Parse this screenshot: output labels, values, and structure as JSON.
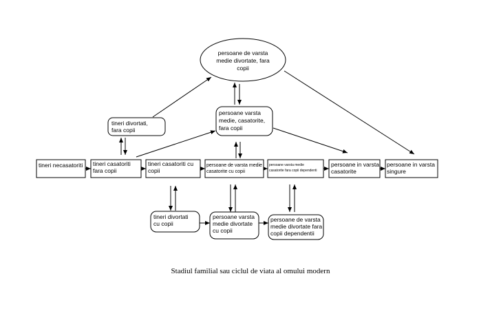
{
  "nodes": {
    "mid_divorced_no_children": "persoane de varsta\nmedie divortate, fara\ncopii",
    "young_divorced_no_children": "tineri divortati,\nfara copii",
    "mid_married_no_children": "persoane varsta\nmedie, casatorite,\nfara copii",
    "young_single": "tineri necasatoriti",
    "young_married_no_children": "tineri casatoriti\nfara copii",
    "young_married_with_children": "tineri casatoriti cu\ncopii",
    "mid_married_with_children": "persoane de varsta medie\ncasatorite cu copii",
    "mid_married_dependents": "persoane varsta medie\ncasatorite fara copii dependenti",
    "older_married": "persoane in varsta\ncasatorite",
    "older_single": "persoane in varsta\nsingure",
    "young_divorced_with_children": "tineri divortati\ncu copii",
    "mid_divorced_with_children": "persoane varsta\nmedie divortate\ncu copii",
    "mid_divorced_no_dependents": "persoane de varsta\nmedie divortate fara\ncopii dependentii"
  },
  "caption": "Stadiul familial sau ciclul de viata al omului modern"
}
